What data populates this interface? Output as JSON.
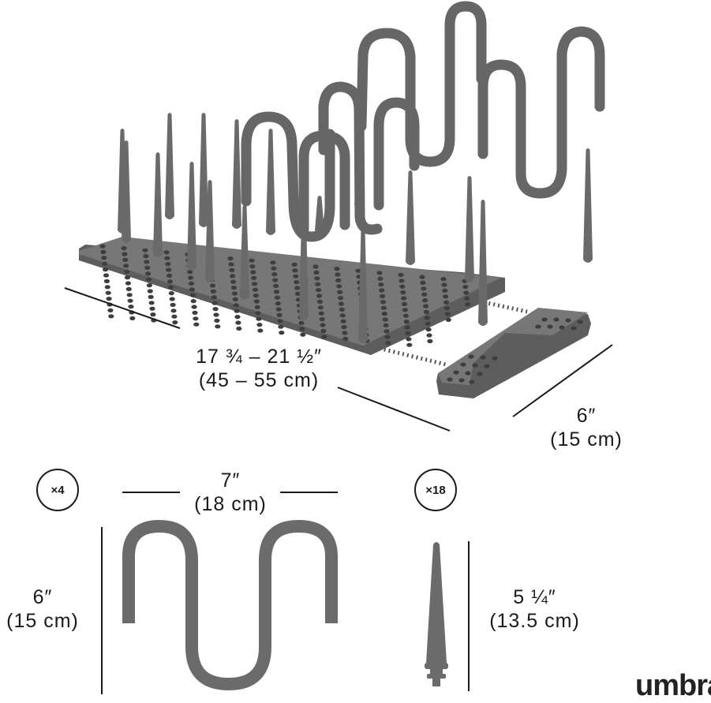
{
  "brand": {
    "text": "umbra",
    "color": "#222222"
  },
  "colors": {
    "product": "#6b6b6b",
    "product_dark": "#555555",
    "hole": "#3c3c3c",
    "line": "#1a1a1a"
  },
  "rack": {
    "length": {
      "in": "17 ¾ – 21 ½″",
      "cm": "(45 – 55 cm)"
    },
    "depth": {
      "in": "6″",
      "cm": "(15 cm)"
    }
  },
  "divider_part": {
    "count": "×4",
    "width": {
      "in": "7″",
      "cm": "(18 cm)"
    },
    "height": {
      "in": "6″",
      "cm": "(15 cm)"
    }
  },
  "peg_part": {
    "count": "×18",
    "height": {
      "in": "5 ¼″",
      "cm": "(13.5 cm)"
    }
  }
}
